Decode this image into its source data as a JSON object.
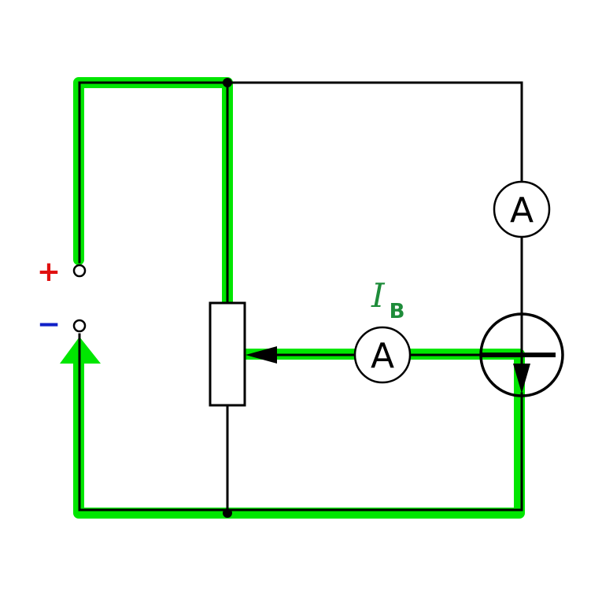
{
  "terminals": {
    "plus": {
      "label": "+",
      "color": "#e01010"
    },
    "minus": {
      "label": "−",
      "color": "#1020c8"
    }
  },
  "ammeter_top": {
    "label": "A"
  },
  "ammeter_base": {
    "label": "A"
  },
  "current_label": {
    "symbol": "I",
    "subscript": "B",
    "color": "#1e8c3a"
  },
  "colors": {
    "highlight": "#00e600",
    "wire": "#000000"
  }
}
